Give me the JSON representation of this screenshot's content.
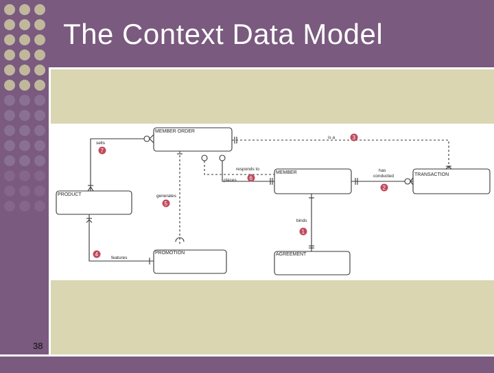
{
  "slide": {
    "title": "The Context Data Model",
    "page_number": "38"
  },
  "colors": {
    "frame": "#7a5a7e",
    "content_bg": "#d9d6b1",
    "dot_light": "#c9c2a0",
    "dot_dark": "#8d7393",
    "badge": "#c04a5c"
  },
  "entities": {
    "member_order": "MEMBER ORDER",
    "product": "PRODUCT",
    "promotion": "PROMOTION",
    "member": "MEMBER",
    "agreement": "AGREEMENT",
    "transaction": "TRANSACTION"
  },
  "relationships": {
    "sells": {
      "label": "sells",
      "number": "7"
    },
    "is_a": {
      "label": "is a",
      "number": "3"
    },
    "responds_to": {
      "label": "responds to",
      "number": ""
    },
    "places": {
      "label": "places",
      "number": "6"
    },
    "has_conducted": {
      "label": "has conducted",
      "number": "2"
    },
    "generates": {
      "label": "generates",
      "number": "5"
    },
    "binds": {
      "label": "binds",
      "number": "1"
    },
    "features": {
      "label": "features",
      "number": "4"
    }
  }
}
